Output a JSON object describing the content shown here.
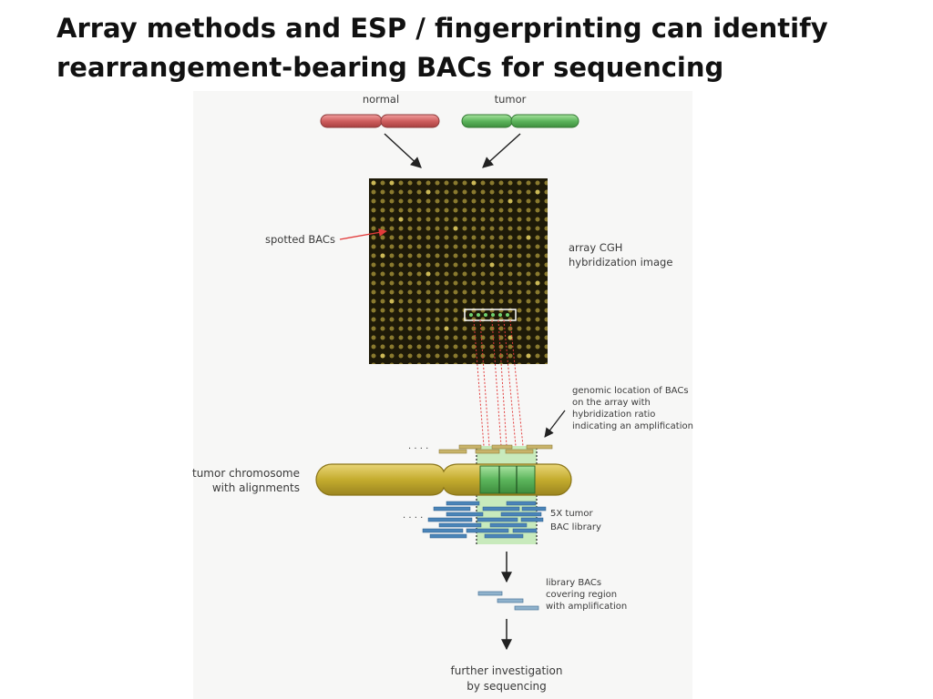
{
  "slide": {
    "title_line1": "Array methods and ESP / fingerprinting can identify",
    "title_line2": "rearrangement-bearing BACs for sequencing"
  },
  "figure": {
    "normal_label": "normal",
    "tumor_label": "tumor",
    "spotted_label": "spotted BACs",
    "array_label_line1": "array CGH",
    "array_label_line2": "hybridization image",
    "genomic_line1": "genomic location of BACs",
    "genomic_line2": "on the array with",
    "genomic_line3": "hybridization ratio",
    "genomic_line4": "indicating an amplification",
    "chrom_label_line1": "tumor chromosome",
    "chrom_label_line2": "with alignments",
    "library_label_line1": "5X tumor",
    "library_label_line2": "BAC library",
    "library_bacs_line1": "library BACs",
    "library_bacs_line2": "covering region",
    "library_bacs_line3": "with amplification",
    "further_line1": "further investigation",
    "further_line2": "by sequencing",
    "ellipsis": "· · · ·"
  },
  "colors": {
    "normal": "#c85a5a",
    "tumor": "#5cb55c",
    "chromosome": "#c4ac2e",
    "amplified_region": "#b8e6a8",
    "library_bac": "#4a84b8",
    "red_line": "#e23a3a"
  }
}
